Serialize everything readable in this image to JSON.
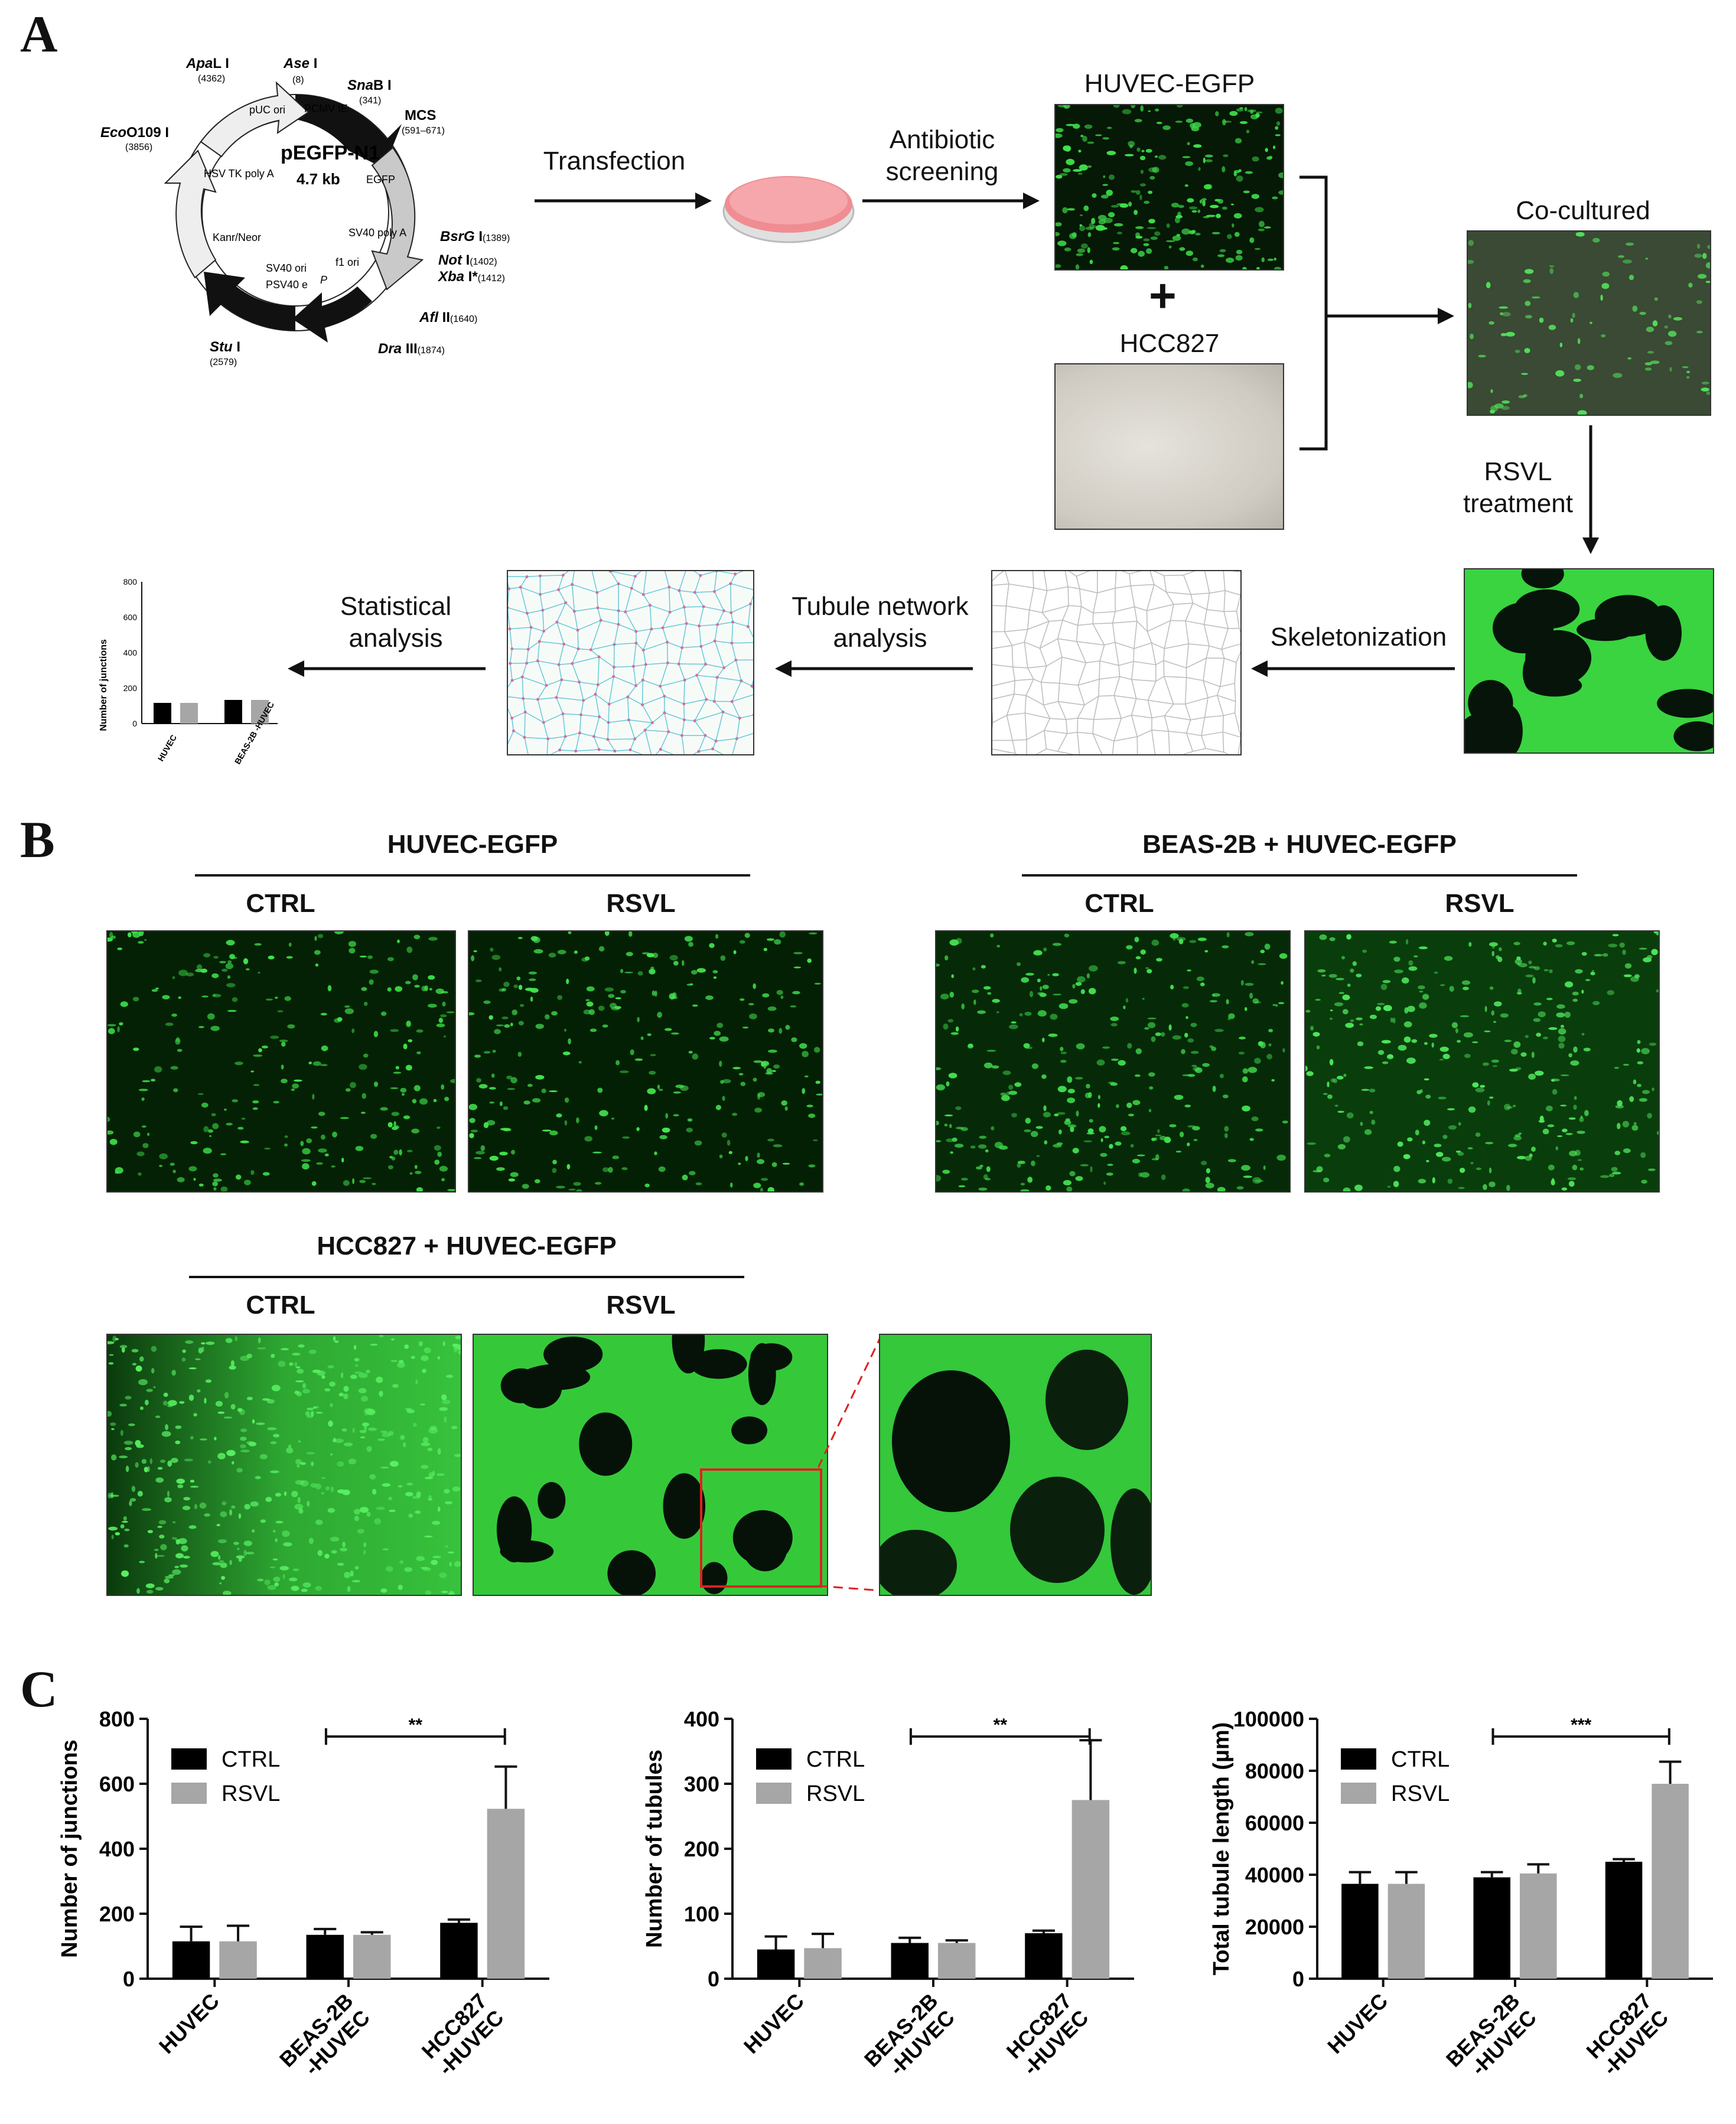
{
  "panel_a": {
    "letter": "A",
    "plasmid": {
      "name": "pEGFP-N1",
      "size": "4.7 kb",
      "sites": {
        "asei": {
          "ital": "Ase",
          "rest": " I",
          "pos": "(8)"
        },
        "snabi": {
          "ital": "Sna",
          "rest": "B I",
          "pos": "(341)"
        },
        "mcs": {
          "name": "MCS",
          "pos": "(591–671)"
        },
        "bsrgi": {
          "ital": "BsrG",
          "rest": " I",
          "pos": "(1389)"
        },
        "noti": {
          "ital": "Not",
          "rest": " I",
          "pos": "(1402)"
        },
        "xbai": {
          "ital": "Xba",
          "rest": " I*",
          "pos": "(1412)"
        },
        "aflii": {
          "ital": "Afl",
          "rest": " II",
          "pos": "(1640)"
        },
        "draiii": {
          "ital": "Dra",
          "rest": " III",
          "pos": "(1874)"
        },
        "stui": {
          "ital": "Stu",
          "rest": " I",
          "pos": "(2579)"
        },
        "eco": {
          "ital": "Eco",
          "rest": "O109 I",
          "pos": "(3856)"
        },
        "apali": {
          "ital": "Apa",
          "rest": "L I",
          "pos": "(4362)"
        }
      },
      "features": {
        "puc_ori": "pUC ori",
        "pcmv": "PCMV IE",
        "egfp": "EGFP",
        "sv40_polya": "SV40 poly A",
        "f1_ori": "f1 ori",
        "p": "P",
        "sv40_ori": "SV40 ori",
        "psv40": "PSV40 e",
        "kan": "Kanr/Neor",
        "hsv": "HSV TK poly A"
      }
    },
    "labels": {
      "transfection": "Transfection",
      "antibiotic": "Antibiotic screening",
      "huvec_egfp": "HUVEC-EGFP",
      "plus": "+",
      "hcc827": "HCC827",
      "cocultured": "Co-cultured",
      "rsvl_treatment": "RSVL treatment",
      "skeletonization": "Skeletonization",
      "tubule_network": "Tubule network analysis",
      "statistical": "Statistical analysis"
    },
    "mini_chart": {
      "ylabel": "Number of junctions",
      "ticks": [
        "0",
        "200",
        "400",
        "600",
        "800"
      ],
      "categories": [
        "HUVEC",
        "BEAS-2B -HUVEC"
      ]
    }
  },
  "panel_b": {
    "letter": "B",
    "groups": [
      {
        "title": "HUVEC-EGFP",
        "ctrl": "CTRL",
        "rsvl": "RSVL"
      },
      {
        "title": "BEAS-2B + HUVEC-EGFP",
        "ctrl": "CTRL",
        "rsvl": "RSVL"
      },
      {
        "title": "HCC827 + HUVEC-EGFP",
        "ctrl": "CTRL",
        "rsvl": "RSVL"
      }
    ]
  },
  "panel_c": {
    "letter": "C"
  },
  "colors": {
    "ctrl": "#000000",
    "rsvl": "#a6a6a6",
    "gfp": "#2fd83a"
  },
  "chart_data": [
    {
      "type": "bar",
      "categories": [
        "HUVEC",
        "BEAS-2B -HUVEC",
        "HCC827 -HUVEC"
      ],
      "series": [
        {
          "name": "CTRL",
          "values": [
            115,
            135,
            172
          ],
          "errors": [
            45,
            18,
            10
          ]
        },
        {
          "name": "RSVL",
          "values": [
            115,
            135,
            523
          ],
          "errors": [
            48,
            8,
            130
          ]
        }
      ],
      "ylabel": "Number of junctions",
      "ylim": [
        0,
        800
      ],
      "yticks": [
        "0",
        "200",
        "400",
        "600",
        "800"
      ],
      "significance": {
        "label": "**",
        "from": "BEAS-2B -HUVEC",
        "to": "HCC827 -HUVEC"
      },
      "legend": "top-left"
    },
    {
      "type": "bar",
      "categories": [
        "HUVEC",
        "BEAS-2B -HUVEC",
        "HCC827 -HUVEC"
      ],
      "series": [
        {
          "name": "CTRL",
          "values": [
            45,
            55,
            70
          ],
          "errors": [
            20,
            8,
            4
          ]
        },
        {
          "name": "RSVL",
          "values": [
            47,
            55,
            275
          ],
          "errors": [
            22,
            4,
            92
          ]
        }
      ],
      "ylabel": "Number of tubules",
      "ylim": [
        0,
        400
      ],
      "yticks": [
        "0",
        "100",
        "200",
        "300",
        "400"
      ],
      "significance": {
        "label": "**",
        "from": "BEAS-2B -HUVEC",
        "to": "HCC827 -HUVEC"
      },
      "legend": "top-left"
    },
    {
      "type": "bar",
      "categories": [
        "HUVEC",
        "BEAS-2B -HUVEC",
        "HCC827 -HUVEC"
      ],
      "series": [
        {
          "name": "CTRL",
          "values": [
            36500,
            39000,
            45000
          ],
          "errors": [
            4500,
            2000,
            1000
          ]
        },
        {
          "name": "RSVL",
          "values": [
            36500,
            40500,
            75000
          ],
          "errors": [
            4500,
            3500,
            8500
          ]
        }
      ],
      "ylabel": "Total tubule length (µm)",
      "ylim": [
        0,
        100000
      ],
      "yticks": [
        "0",
        "20000",
        "40000",
        "60000",
        "80000",
        "100000"
      ],
      "significance": {
        "label": "***",
        "from": "BEAS-2B -HUVEC",
        "to": "HCC827 -HUVEC"
      },
      "legend": "top-left"
    }
  ]
}
